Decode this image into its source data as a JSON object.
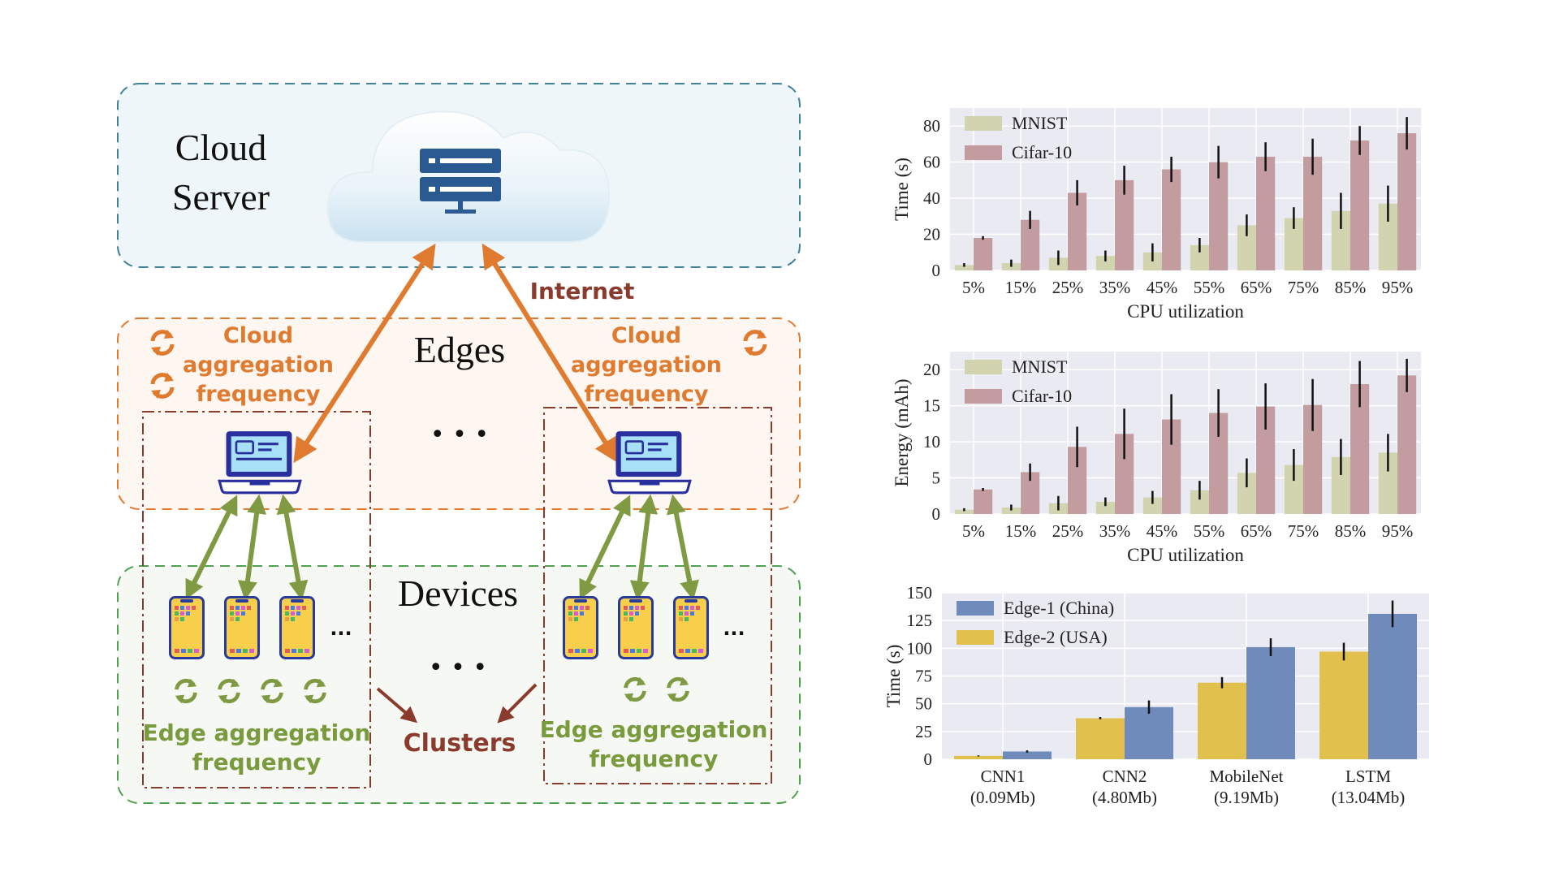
{
  "diagram": {
    "cloud_title_line1": "Cloud",
    "cloud_title_line2": "Server",
    "internet_label": "Internet",
    "edges_title": "Edges",
    "devices_title": "Devices",
    "cloud_freq_left": [
      "Cloud",
      "aggregation",
      "frequency"
    ],
    "cloud_freq_right": [
      "Cloud",
      "aggregation",
      "frequency"
    ],
    "edge_freq_left": [
      "Edge aggregation",
      "frequency"
    ],
    "edge_freq_right": [
      "Edge aggregation",
      "frequency"
    ],
    "clusters_label": "Clusters",
    "ellipsis": "...",
    "dots": "• • •",
    "colors": {
      "cloud_border": "#3f8196",
      "edge_border": "#e07a2e",
      "device_border": "#4fa04f",
      "cluster_border": "#8b3a2e",
      "orange_text": "#e07a2e",
      "green_text": "#7a9a3e",
      "cluster_text": "#8b3a2e",
      "server_blue": "#2b5a92"
    },
    "icons": [
      "cloud-icon",
      "server-icon",
      "laptop-icon",
      "smartphone-icon",
      "sync-arrows-icon"
    ]
  },
  "chart_data": [
    {
      "type": "bar",
      "categories": [
        "5%",
        "15%",
        "25%",
        "35%",
        "45%",
        "55%",
        "65%",
        "75%",
        "85%",
        "95%"
      ],
      "xlabel": "CPU utilization",
      "ylabel": "Time (s)",
      "ylim": [
        0,
        90
      ],
      "yticks": [
        0,
        20,
        40,
        60,
        80
      ],
      "legend_position": "top-left",
      "series": [
        {
          "name": "MNIST",
          "color": "#d2d4b0",
          "values": [
            3,
            4,
            7,
            8,
            10,
            14,
            25,
            29,
            33,
            37
          ],
          "errors": [
            1,
            2,
            4,
            3,
            5,
            4,
            6,
            6,
            10,
            10
          ]
        },
        {
          "name": "Cifar-10",
          "color": "#c39c9f",
          "values": [
            18,
            28,
            43,
            50,
            56,
            60,
            63,
            63,
            72,
            76
          ],
          "errors": [
            1,
            5,
            7,
            8,
            7,
            9,
            8,
            10,
            8,
            9
          ]
        }
      ]
    },
    {
      "type": "bar",
      "categories": [
        "5%",
        "15%",
        "25%",
        "35%",
        "45%",
        "55%",
        "65%",
        "75%",
        "85%",
        "95%"
      ],
      "xlabel": "CPU utilization",
      "ylabel": "Energy (mAh)",
      "ylim": [
        0,
        22.5
      ],
      "yticks": [
        0,
        5,
        10,
        15,
        20
      ],
      "legend_position": "top-left",
      "series": [
        {
          "name": "MNIST",
          "color": "#d2d4b0",
          "values": [
            0.6,
            0.9,
            1.5,
            1.7,
            2.3,
            3.3,
            5.7,
            6.8,
            7.9,
            8.5
          ],
          "errors": [
            0.2,
            0.4,
            1.0,
            0.6,
            0.9,
            1.3,
            2.0,
            2.2,
            2.5,
            2.6
          ]
        },
        {
          "name": "Cifar-10",
          "color": "#c39c9f",
          "values": [
            3.4,
            5.8,
            9.3,
            11.1,
            13.1,
            14,
            14.9,
            15.1,
            18,
            19.2
          ],
          "errors": [
            0.2,
            1.2,
            2.8,
            3.5,
            3.5,
            3.3,
            3.2,
            3.6,
            3.2,
            2.3
          ]
        }
      ]
    },
    {
      "type": "bar",
      "categories": [
        "CNN1\n(0.09Mb)",
        "CNN2\n(4.80Mb)",
        "MobileNet\n(9.19Mb)",
        "LSTM\n(13.04Mb)"
      ],
      "xlabel": "",
      "ylabel": "Time (s)",
      "ylim": [
        0,
        150
      ],
      "yticks": [
        0,
        25,
        50,
        75,
        100,
        125,
        150
      ],
      "legend_position": "top-left",
      "series": [
        {
          "name": "Edge-2 (USA)",
          "color": "#e2c04e",
          "values": [
            3,
            37,
            69,
            97
          ],
          "errors": [
            0.5,
            1,
            5,
            8
          ]
        },
        {
          "name": "Edge-1 (China)",
          "color": "#6f8bbb",
          "values": [
            7,
            47,
            101,
            131
          ],
          "errors": [
            1,
            6,
            8,
            12
          ]
        }
      ],
      "legend_order": [
        "Edge-1 (China)",
        "Edge-2 (USA)"
      ]
    }
  ]
}
